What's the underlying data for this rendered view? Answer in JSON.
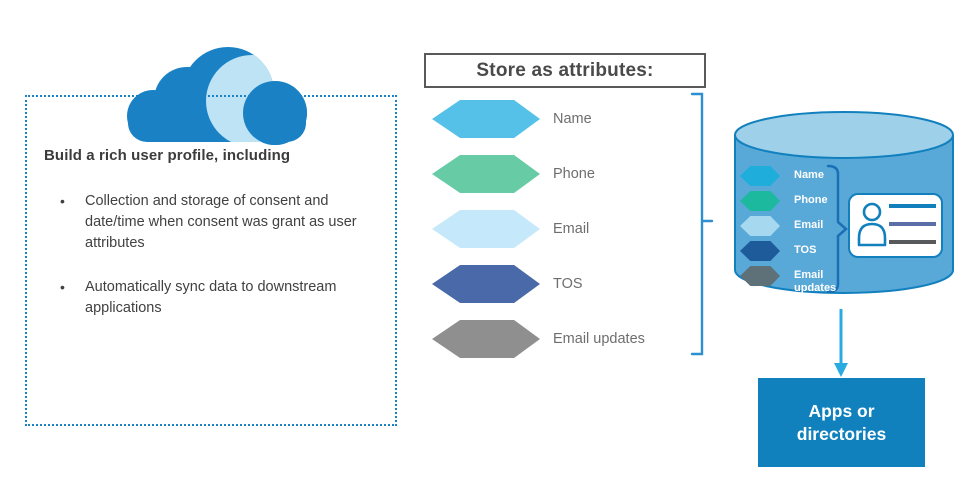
{
  "panel": {
    "heading": "Build a rich user profile, including",
    "bullets": [
      "Collection and storage of consent and date/time when consent was grant as user attributes",
      "Automatically sync data to downstream applications"
    ]
  },
  "attributes": {
    "title": "Store as attributes:",
    "items": [
      {
        "label": "Name",
        "color": "#55C1E9"
      },
      {
        "label": "Phone",
        "color": "#67CBA6"
      },
      {
        "label": "Email",
        "color": "#C5E9FA"
      },
      {
        "label": "TOS",
        "color": "#4A69A8"
      },
      {
        "label": "Email updates",
        "color": "#8F8F8F"
      }
    ]
  },
  "database": {
    "items": [
      {
        "label": "Name",
        "color": "#1FAEDC"
      },
      {
        "label": "Phone",
        "color": "#1CB99F"
      },
      {
        "label": "Email",
        "color": "#A6D9EF"
      },
      {
        "label": "TOS",
        "color": "#1D5B9B"
      },
      {
        "label": "Email updates",
        "color": "#5E7078"
      }
    ],
    "card_line_colors": [
      "#1380BE",
      "#5A6FA8",
      "#58595B"
    ]
  },
  "apps_box": {
    "label": "Apps or directories"
  },
  "colors": {
    "cloud_main": "#1A82C4",
    "cloud_light": "#BDE3F5",
    "dashed_border": "#1B82C4",
    "bracket": "#2E8FD0",
    "cylinder_body": "#58A8D8",
    "cylinder_top": "#9ED1E9",
    "cylinder_stroke": "#1380BE",
    "brace": "#1A6FB5",
    "arrow": "#29ABE2",
    "apps_bg": "#1181BE"
  }
}
